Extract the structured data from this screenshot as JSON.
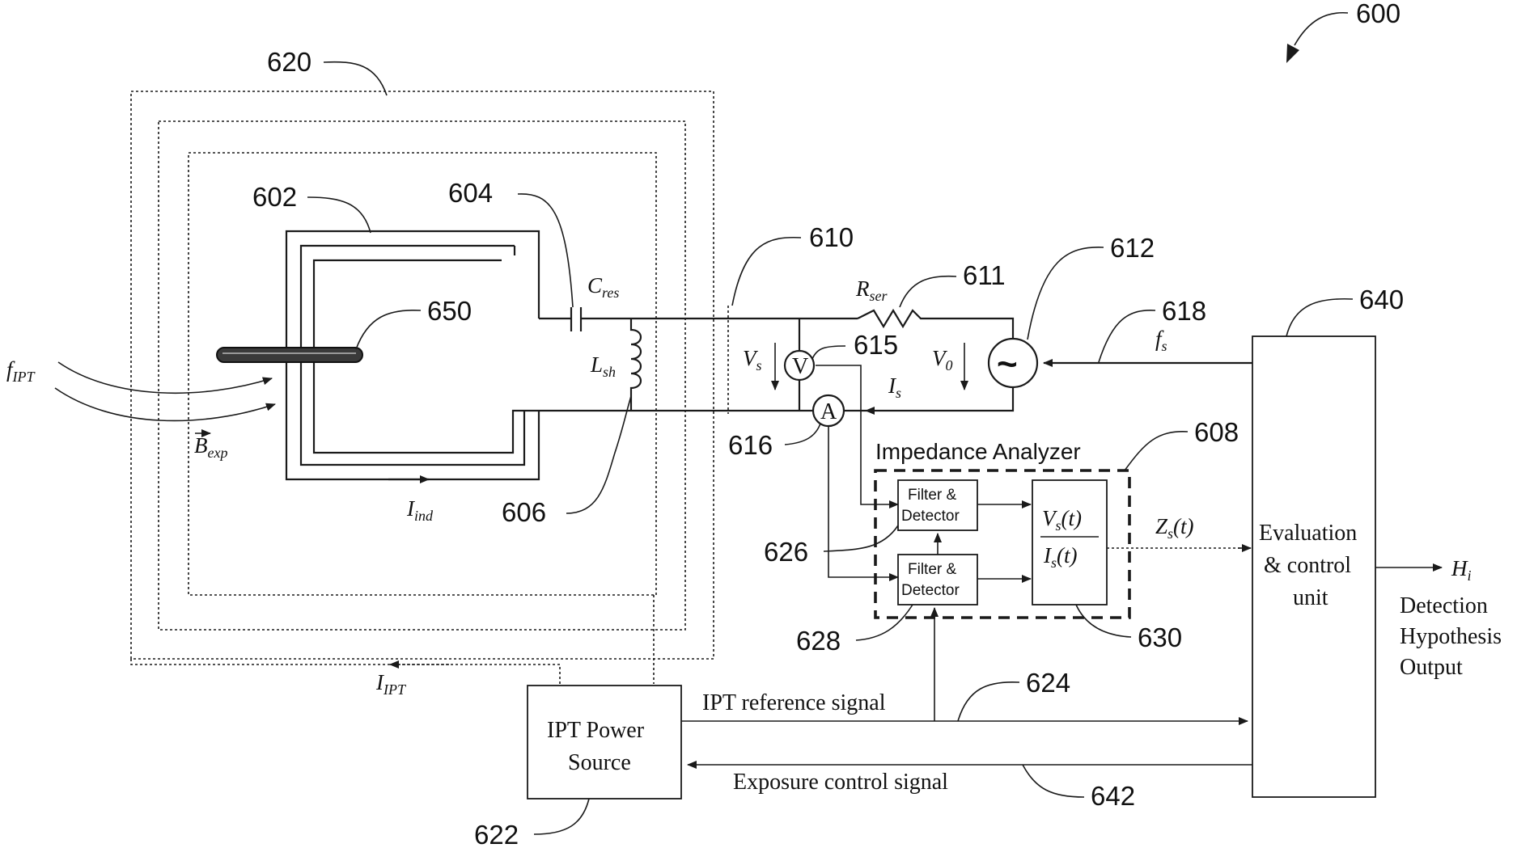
{
  "refs": {
    "fig": "600",
    "enclosure": "620",
    "coil": "602",
    "capacitor": "604",
    "shunt": "606",
    "analyzer": "608",
    "interface": "610",
    "resistor": "611",
    "source": "612",
    "voltmeter": "615",
    "ammeter": "616",
    "freq_line": "618",
    "ipt_power": "622",
    "ipt_ref_line": "624",
    "filter1": "626",
    "filter2": "628",
    "divider": "630",
    "eval_unit": "640",
    "exposure_line": "642",
    "object": "650"
  },
  "symbols": {
    "C": "C",
    "C_sub": "res",
    "L": "L",
    "L_sub": "sh",
    "R": "R",
    "R_sub": "ser",
    "Vs": "V",
    "Vs_sub": "s",
    "V0": "V",
    "V0_sub": "0",
    "Is": "I",
    "Is_sub": "s",
    "fs": "f",
    "fs_sub": "s",
    "fIPT": "f",
    "fIPT_sub": "IPT",
    "Bexp": "B",
    "Bexp_sub": "exp",
    "Iind": "I",
    "Iind_sub": "ind",
    "IIPT": "I",
    "IIPT_sub": "IPT",
    "Hi": "H",
    "Hi_sub": "i",
    "voltmeter_letter": "V",
    "ammeter_letter": "A",
    "ac_symbol": "~"
  },
  "analyzer": {
    "title": "Impedance Analyzer",
    "filter_line1": "Filter &",
    "filter_line2": "Detector",
    "num_var": "V",
    "num_sub": "s",
    "num_arg": "(t)",
    "den_var": "I",
    "den_sub": "s",
    "den_arg": "(t)",
    "out_var": "Z",
    "out_sub": "s",
    "out_arg": "(t)"
  },
  "eval_unit": {
    "line1": "Evaluation",
    "line2": "& control",
    "line3": "unit"
  },
  "output": {
    "line1": "Detection",
    "line2": "Hypothesis",
    "line3": "Output"
  },
  "power_source": {
    "line1": "IPT Power",
    "line2": "Source"
  },
  "signals": {
    "ipt_reference": "IPT reference signal",
    "exposure_control": "Exposure control signal"
  }
}
